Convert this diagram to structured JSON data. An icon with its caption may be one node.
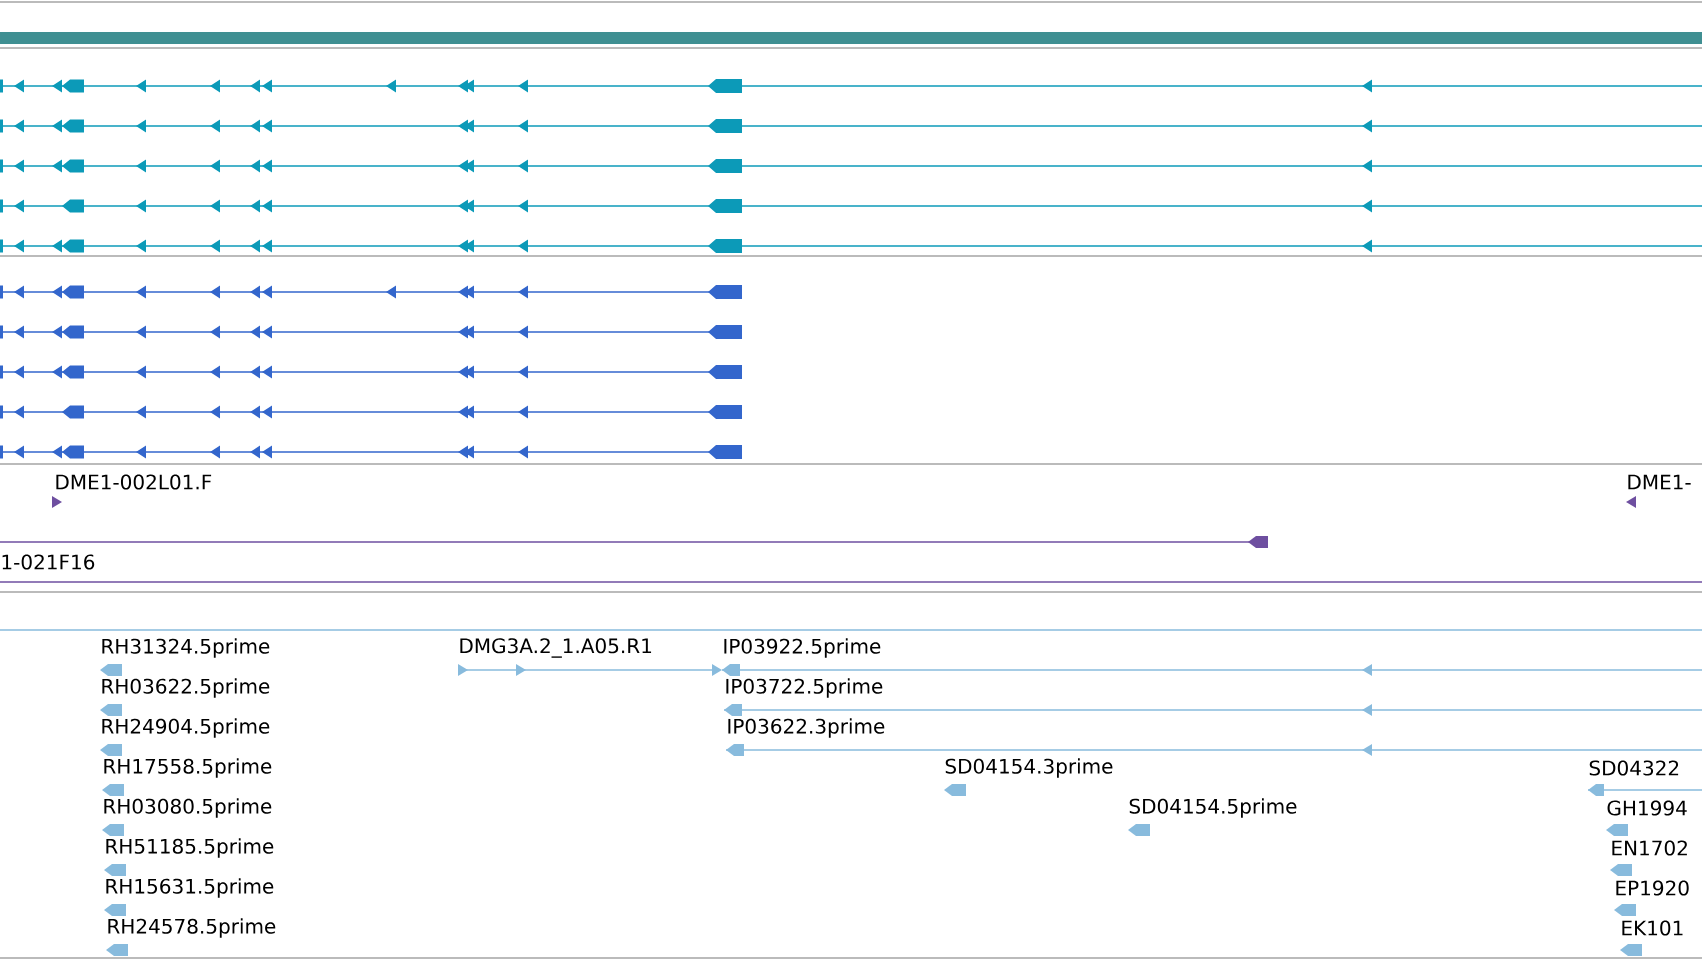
{
  "diagram": {
    "labels": [
      "DME1-002L01.F",
      "DME1-",
      "1-021F16",
      "RH31324.5prime",
      "DMG3A.2_1.A05.R1",
      "IP03922.5prime",
      "RH03622.5prime",
      "IP03722.5prime",
      "RH24904.5prime",
      "IP03622.3prime",
      "RH17558.5prime",
      "SD04154.3prime",
      "SD04322",
      "RH03080.5prime",
      "SD04154.5prime",
      "GH1994",
      "RH51185.5prime",
      "EN1702",
      "RH15631.5prime",
      "EP1920",
      "RH24578.5prime",
      "EK101"
    ]
  }
}
